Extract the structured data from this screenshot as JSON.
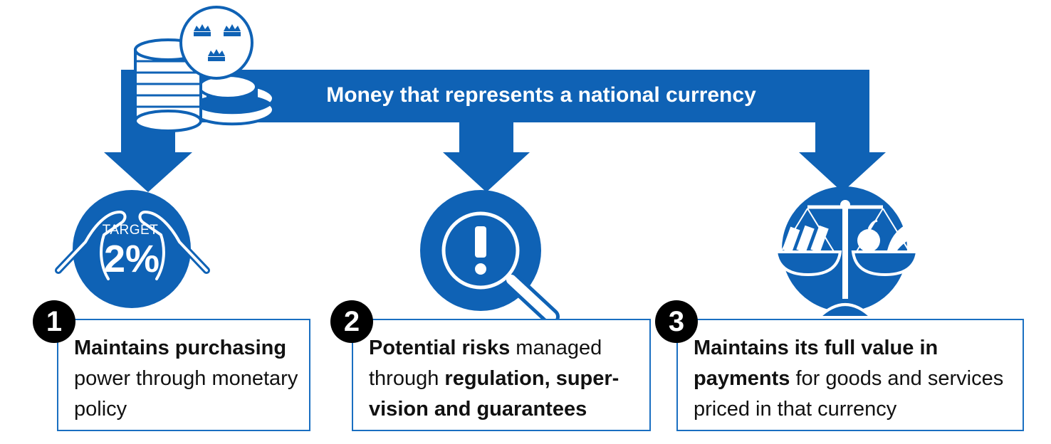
{
  "banner": {
    "title": "Money that represents a national currency"
  },
  "target_icon": {
    "label": "TARGET",
    "value": "2%"
  },
  "cards": [
    {
      "number": "1",
      "bold1": "Maintains purchasing",
      "text1": "power through monetary policy",
      "bold2": "",
      "text2": ""
    },
    {
      "number": "2",
      "bold1": "Potential risks",
      "text1": " managed through ",
      "bold2": "regulation, super-vision and guarantees",
      "text2": ""
    },
    {
      "number": "3",
      "bold1": "Maintains its full value in payments",
      "text1": " for goods and services priced in that currency",
      "bold2": "",
      "text2": ""
    }
  ],
  "icons": [
    "coins-icon",
    "crown-coin-icon",
    "hands-target-icon",
    "magnifier-exclamation-icon",
    "scale-icon"
  ],
  "colors": {
    "primary_blue": "#0f62b5",
    "card_border": "#1a6fc1",
    "badge": "#000000",
    "background": "#ffffff"
  }
}
